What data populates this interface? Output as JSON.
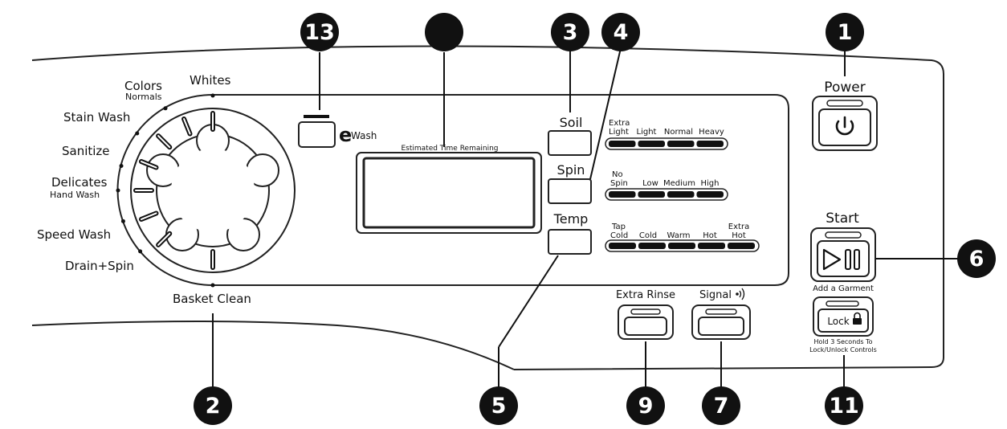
{
  "callouts": {
    "c13": "13",
    "c3": "3",
    "c4": "4",
    "c1": "1",
    "c6": "6",
    "c2": "2",
    "c5": "5",
    "c9": "9",
    "c7": "7",
    "c11": "11"
  },
  "cycles": {
    "colors": "Colors",
    "normals": "Normals",
    "whites": "Whites",
    "stain_wash": "Stain Wash",
    "sanitize": "Sanitize",
    "delicates": "Delicates",
    "hand_wash": "Hand Wash",
    "speed_wash": "Speed Wash",
    "drain_spin": "Drain+Spin",
    "basket_clean": "Basket Clean"
  },
  "ewash": {
    "e": "e",
    "label": "Wash"
  },
  "display": {
    "label": "Estimated Time Remaining"
  },
  "soil": {
    "title": "Soil",
    "extra_light_1": "Extra",
    "extra_light_2": "Light",
    "light": "Light",
    "normal": "Normal",
    "heavy": "Heavy"
  },
  "spin": {
    "title": "Spin",
    "no_spin_1": "No",
    "no_spin_2": "Spin",
    "low": "Low",
    "medium": "Medium",
    "high": "High"
  },
  "temp": {
    "title": "Temp",
    "tap_cold_1": "Tap",
    "tap_cold_2": "Cold",
    "cold": "Cold",
    "warm": "Warm",
    "hot": "Hot",
    "extra_hot_1": "Extra",
    "extra_hot_2": "Hot"
  },
  "buttons": {
    "power": "Power",
    "start": "Start",
    "add_garment": "Add a Garment",
    "lock": "Lock",
    "lock_hint_1": "Hold 3 Seconds To",
    "lock_hint_2": "Lock/Unlock Controls",
    "extra_rinse": "Extra Rinse",
    "signal": "Signal"
  }
}
